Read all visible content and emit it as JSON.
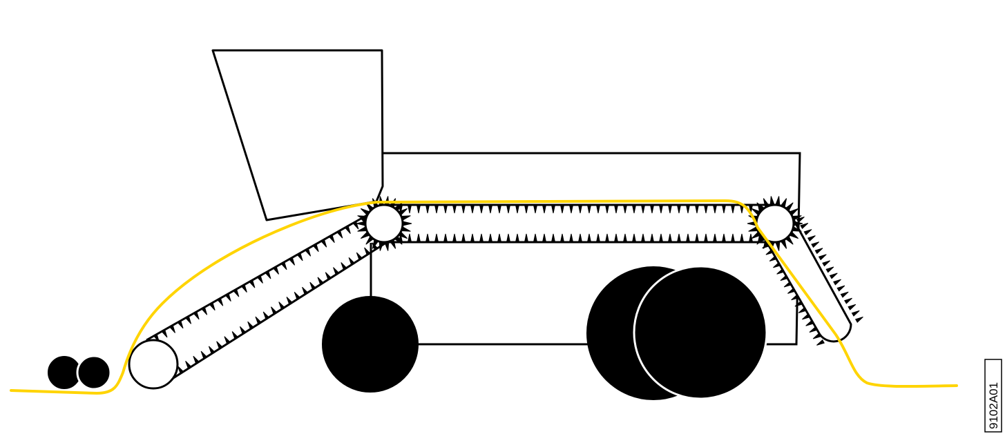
{
  "figure": {
    "reference_code": "9102A01"
  },
  "colors": {
    "feed_path": "#ffd400",
    "outline": "#000000",
    "background": "#ffffff"
  },
  "components": {
    "hopper": "hopper-outline",
    "body": "machine-body-outline",
    "conveyors": [
      "inclined-belt-conveyor",
      "upper-belt-conveyor",
      "discharge-belt-conveyor"
    ],
    "wheels": [
      "front-wheel",
      "rear-wheel-pair"
    ],
    "product": [
      "product-ball-pair"
    ],
    "flow": "material-flow-path"
  }
}
